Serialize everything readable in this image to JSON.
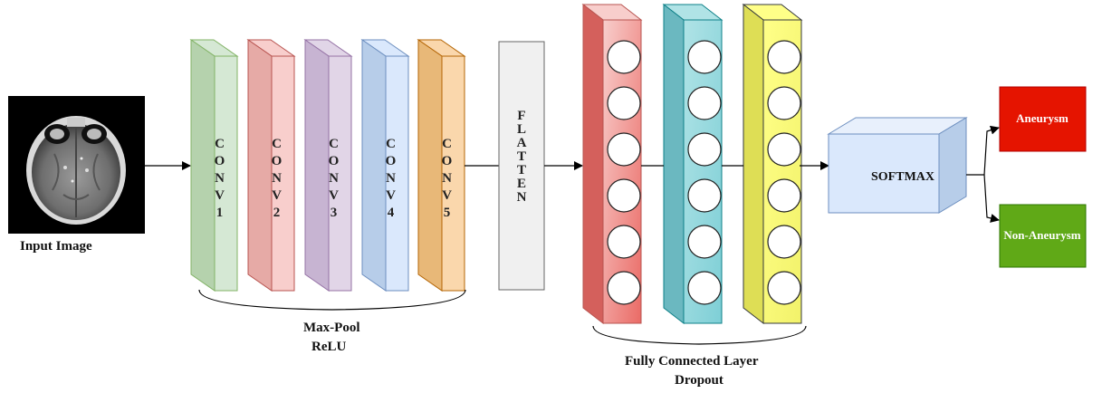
{
  "input": {
    "label": "Input Image"
  },
  "conv_layers": [
    {
      "text": "CONV1",
      "front": "#d5e8d4",
      "side": "#b5d2ad",
      "stroke": "#82b366"
    },
    {
      "text": "CONV2",
      "front": "#f8cecc",
      "side": "#e6aaa6",
      "stroke": "#b85450"
    },
    {
      "text": "CONV3",
      "front": "#e1d5e7",
      "side": "#c7b4d2",
      "stroke": "#9673a6"
    },
    {
      "text": "CONV4",
      "front": "#dae8fc",
      "side": "#b7cde9",
      "stroke": "#6c8ebf"
    },
    {
      "text": "CONV5",
      "front": "#fad7ac",
      "side": "#e8b878",
      "stroke": "#b46504"
    }
  ],
  "conv_caption": {
    "line1": "Max-Pool",
    "line2": "ReLU"
  },
  "flatten": {
    "text": "FLATTEN",
    "fill": "#f0f0f0",
    "stroke": "#666666"
  },
  "fc_layers": [
    {
      "front": "#ea6b66",
      "light": "#f8cecc",
      "side": "#d4605c",
      "stroke": "#b85450"
    },
    {
      "front": "#7ecfd6",
      "light": "#b0e3e6",
      "side": "#6bb8c0",
      "stroke": "#0e8088"
    },
    {
      "front": "#f2f26a",
      "light": "#ffff88",
      "side": "#dede55",
      "stroke": "#36393d"
    }
  ],
  "fc_caption": {
    "line1": "Fully Connected Layer",
    "line2": "Dropout"
  },
  "softmax": {
    "label": "SOFTMAX",
    "front": "#dae8fc",
    "side": "#b7cde9",
    "stroke": "#6c8ebf"
  },
  "outputs": [
    {
      "label": "Aneurysm",
      "color": "#e51400"
    },
    {
      "label": "Non-Aneurysm",
      "color": "#60a917"
    }
  ]
}
